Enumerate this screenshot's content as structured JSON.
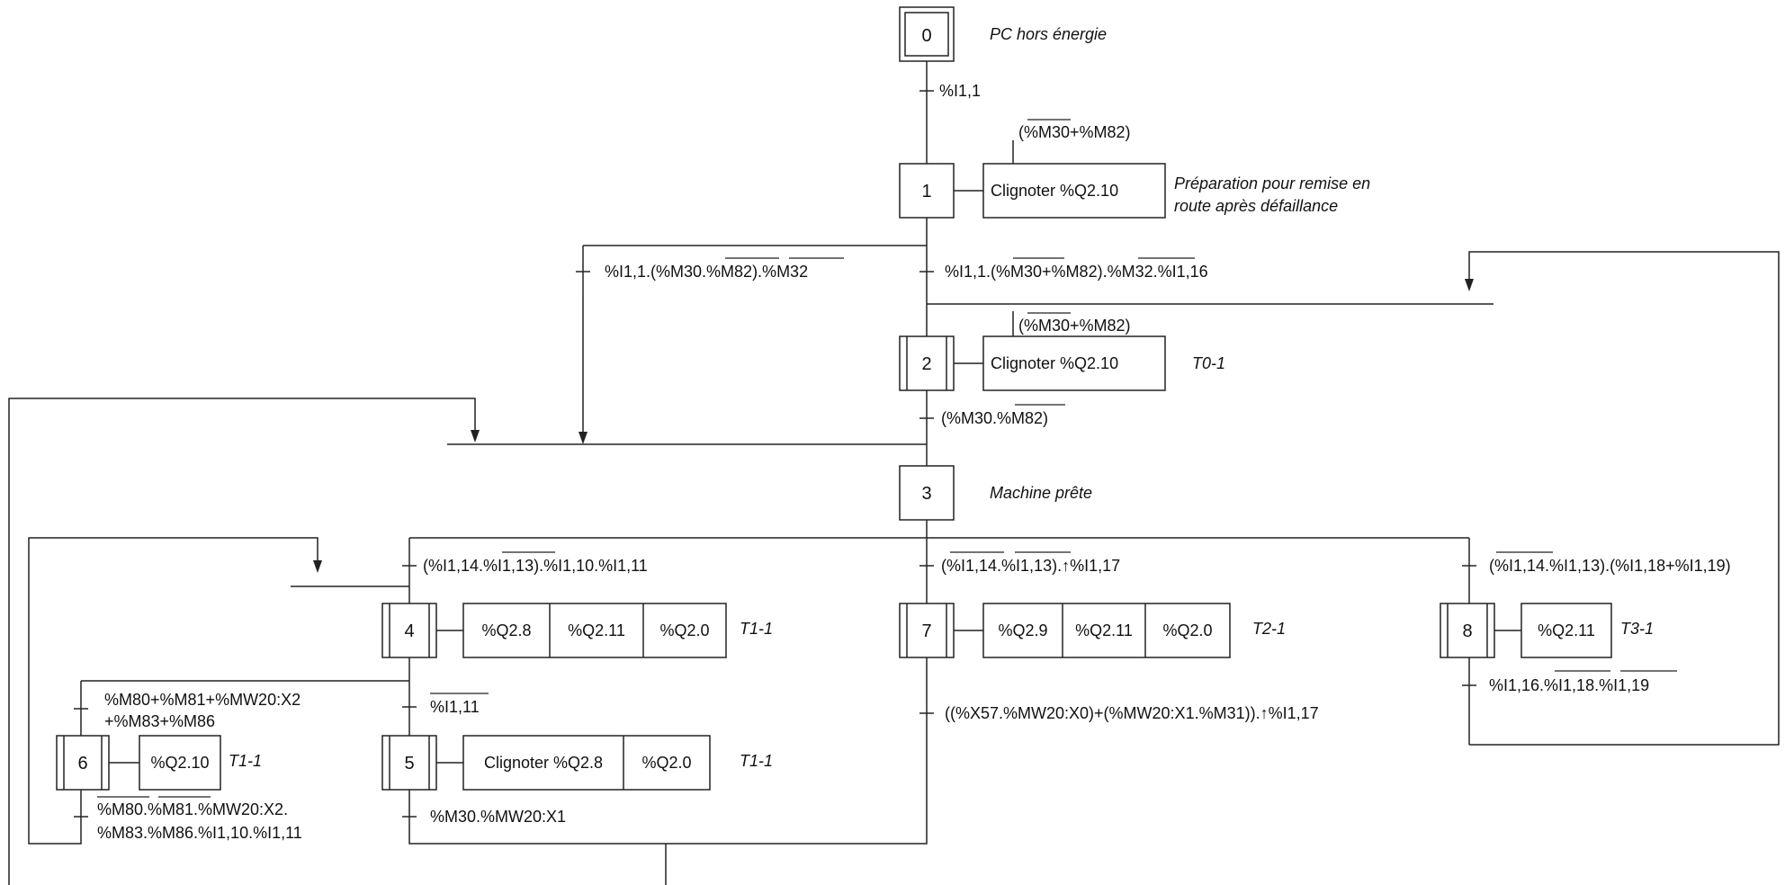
{
  "steps": [
    {
      "id": "0",
      "comment": "PC hors énergie"
    },
    {
      "id": "1",
      "action": "Clignoter %Q2.10",
      "condition": "(%M30+%M82)",
      "comment_line1": "Préparation pour remise en",
      "comment_line2": "route après défaillance"
    },
    {
      "id": "2",
      "action": "Clignoter %Q2.10",
      "condition": "(%M30+%M82)",
      "comment": "T0-1"
    },
    {
      "id": "3",
      "comment": "Machine prête"
    },
    {
      "id": "4",
      "actions": [
        "%Q2.8",
        "%Q2.11",
        "%Q2.0"
      ],
      "comment": "T1-1"
    },
    {
      "id": "5",
      "actions": [
        "Clignoter %Q2.8",
        "%Q2.0"
      ],
      "comment": "T1-1"
    },
    {
      "id": "6",
      "actions": [
        "%Q2.10"
      ],
      "comment": "T1-1"
    },
    {
      "id": "7",
      "actions": [
        "%Q2.9",
        "%Q2.11",
        "%Q2.0"
      ],
      "comment": "T2-1"
    },
    {
      "id": "8",
      "actions": [
        "%Q2.11"
      ],
      "comment": "T3-1"
    }
  ],
  "transitions": {
    "t0_1": "%I1,1",
    "t1_3": "%I1,1.(%M30.%M82).%M32",
    "t1_2": "%I1,1.(%M30+%M82).%M32.%I1,16",
    "t2_3": "(%M30.%M82)",
    "t3_4": "(%I1,14.%I1,13).%I1,10.%I1,11",
    "t3_7": "(%I1,14.%I1,13).↑%I1,17",
    "t3_8": "(%I1,14.%I1,13).(%I1,18+%I1,19)",
    "t4_5": "%I1,11",
    "t4_6_line1": "%M80+%M81+%MW20:X2",
    "t4_6_line2": "+%M83+%M86",
    "t5_out": "%M30.%MW20:X1",
    "t6_out_line1": "%M80.%M81.%MW20:X2.",
    "t6_out_line2": "%M83.%M86.%I1,10.%I1,11",
    "t7_out": "((%X57.%MW20:X0)+(%MW20:X1.%M31)).↑%I1,17",
    "t8_out": "%I1,16.%I1,18.%I1,19"
  }
}
